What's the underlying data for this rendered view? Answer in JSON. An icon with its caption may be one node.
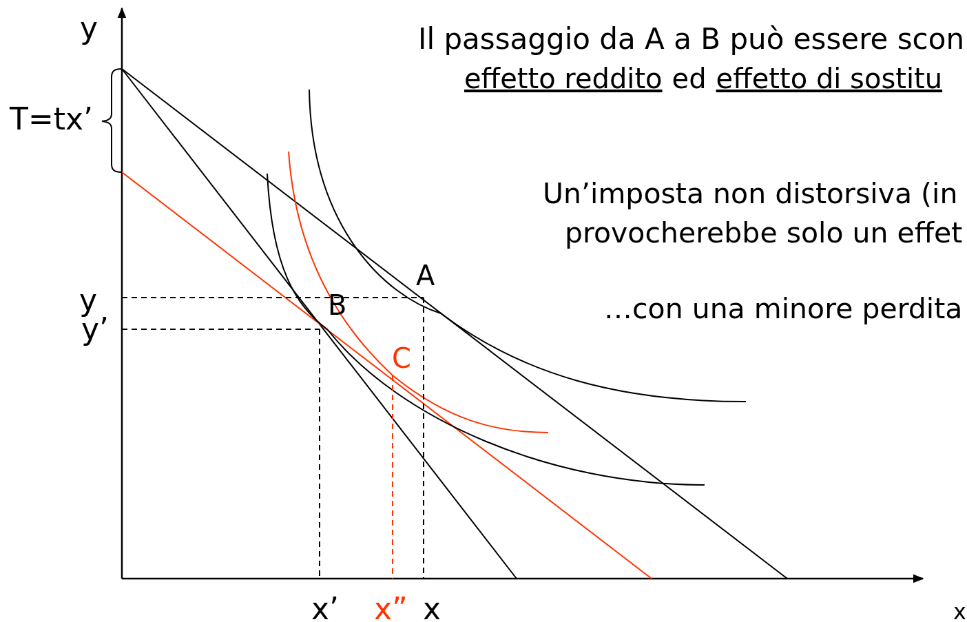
{
  "diagram": {
    "labels": [
      "y",
      "Il passaggio da A a B può essere scon",
      "effetto reddito",
      "ed",
      "effetto di sostitu",
      "T=tx’",
      "Un’imposta non distorsiva (in",
      "provocherebbe solo un effet",
      "A",
      "y",
      "B",
      "…con una minore perdita",
      "y’",
      "C",
      "x’",
      "x”",
      "x",
      "x"
    ]
  }
}
